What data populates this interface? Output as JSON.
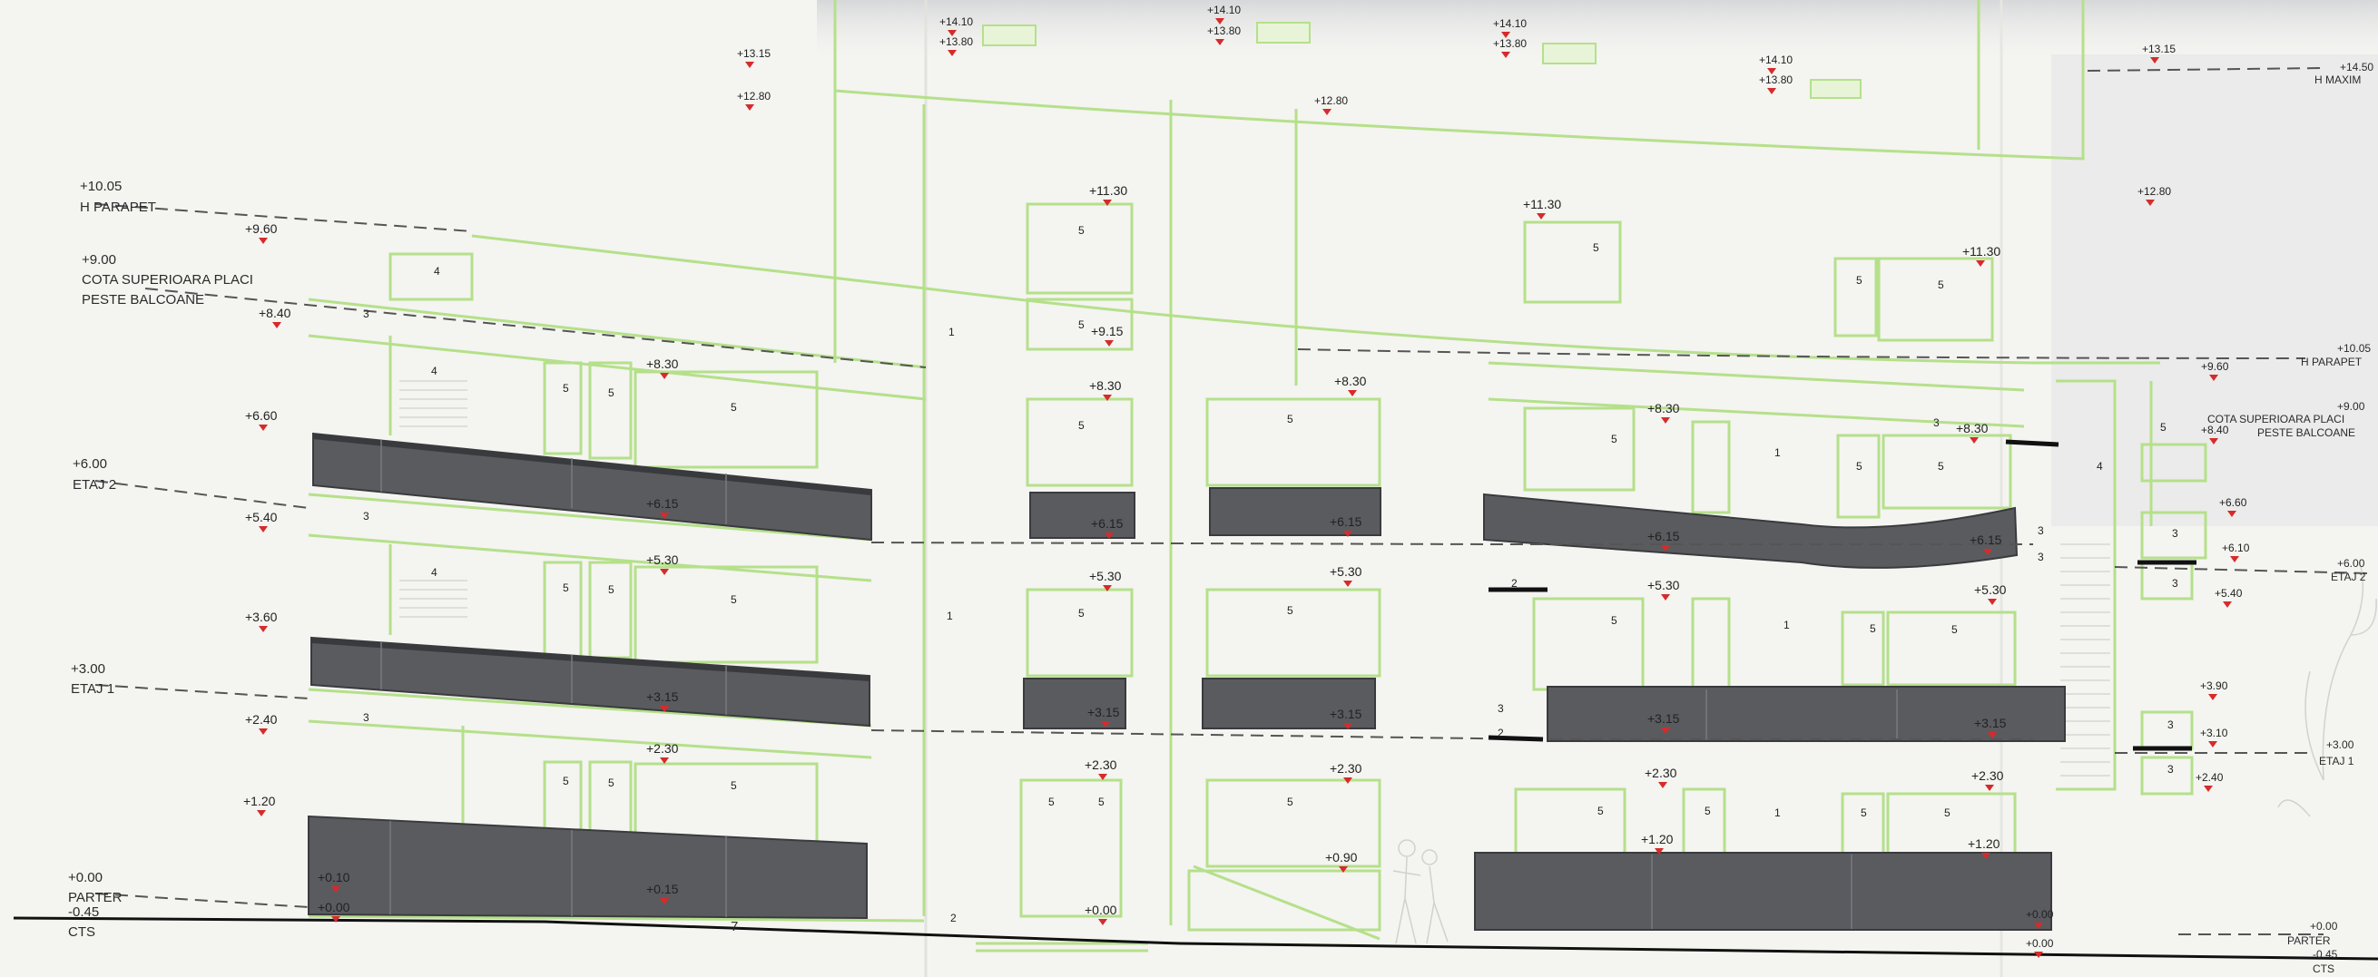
{
  "levels_left": [
    {
      "id": "hparapet",
      "value": "+10.05",
      "label": "H PARAPET"
    },
    {
      "id": "cota",
      "value": "+9.00",
      "label_lines": [
        "COTA SUPERIOARA PLACI",
        "PESTE BALCOANE"
      ]
    },
    {
      "id": "etaj2",
      "value": "+6.00",
      "label": "ETAJ 2"
    },
    {
      "id": "etaj1",
      "value": "+3.00",
      "label": "ETAJ 1"
    },
    {
      "id": "parter",
      "value": "+0.00",
      "label": "PARTER"
    },
    {
      "id": "cts",
      "value": "-0.45",
      "label": "CTS"
    }
  ],
  "levels_right": [
    {
      "id": "hparapet",
      "value": "+10.05",
      "label": "H PARAPET"
    },
    {
      "id": "cota",
      "value": "+9.00",
      "label_lines": [
        "COTA SUPERIOARA PLACI",
        "PESTE BALCOANE"
      ]
    },
    {
      "id": "etaj2",
      "value": "+6.00",
      "label": "ETAJ 2"
    },
    {
      "id": "etaj1",
      "value": "+3.00",
      "label": "ETAJ 1"
    },
    {
      "id": "parter",
      "value": "+0.00",
      "label": "PARTER"
    },
    {
      "id": "cts",
      "value": "-0.45",
      "label": "CTS"
    },
    {
      "id": "top",
      "value": "+14.50",
      "label": "H MAXIM"
    }
  ],
  "elevation_marks": {
    "left_col": [
      "+9.60",
      "+8.40",
      "+6.60",
      "+5.40",
      "+3.60",
      "+2.40",
      "+1.20",
      "+0.10",
      "+0.00"
    ],
    "wing_left": [
      "+8.30",
      "+6.15",
      "+5.30",
      "+3.15",
      "+2.30",
      "+0.15"
    ],
    "roof": [
      "+13.15",
      "+12.80",
      "+14.10",
      "+13.80",
      "+14.10",
      "+13.80",
      "+14.10",
      "+13.80",
      "+14.10",
      "+13.80",
      "+12.80"
    ],
    "center": [
      "+11.30",
      "+9.15",
      "+8.30",
      "+6.15",
      "+5.30",
      "+3.15",
      "+2.30",
      "+0.00"
    ],
    "center_right": [
      "+8.30",
      "+6.15",
      "+5.30",
      "+3.15",
      "+2.30",
      "+0.90"
    ],
    "wing_right": [
      "+11.30",
      "+11.30",
      "+8.30",
      "+8.30",
      "+6.15",
      "+6.15",
      "+5.30",
      "+5.30",
      "+3.15",
      "+3.15",
      "+2.30",
      "+2.30",
      "+1.20",
      "+1.20"
    ],
    "far_right": [
      "+13.15",
      "+12.80",
      "+9.60",
      "+8.40",
      "+6.60",
      "+6.10",
      "+5.40",
      "+3.90",
      "+3.10",
      "+2.40",
      "+0.00",
      "+0.00"
    ]
  },
  "ground_tag": "7",
  "colors": {
    "outline": "#b5e08a",
    "panel": "#5a5b5f",
    "dim": "#444",
    "mark": "#d62b2b",
    "ground": "#111"
  }
}
